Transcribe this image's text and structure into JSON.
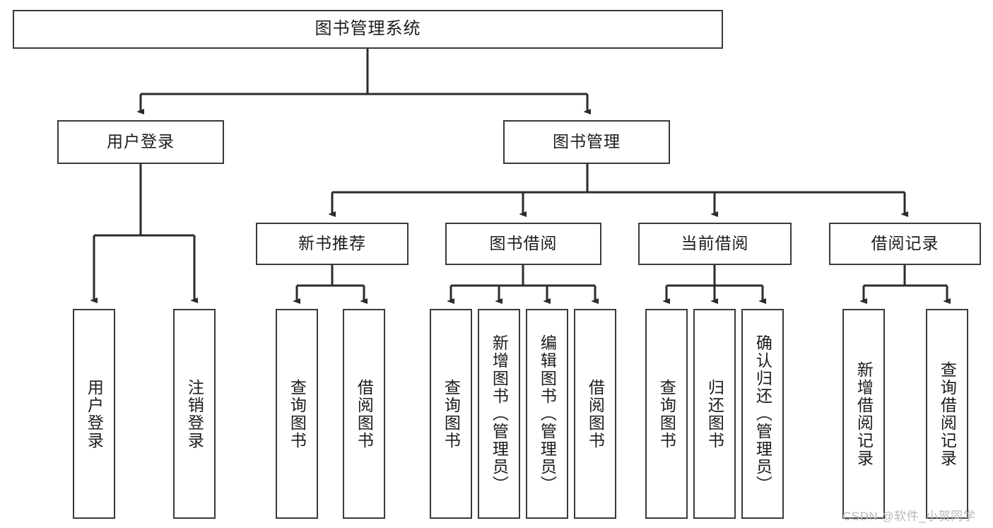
{
  "diagram": {
    "type": "tree-hierarchy-chart",
    "title": "图书管理系统",
    "watermark": "CSDN @软件_小贺同学",
    "colors": {
      "box_border": "#3a3a3a",
      "box_fill": "#ffffff",
      "connector": "#2b2b2b",
      "text": "#1c1c1c",
      "watermark": "#b9b9b9",
      "background": "#ffffff"
    },
    "root": {
      "label": "图书管理系统"
    },
    "level2": [
      {
        "label": "用户登录"
      },
      {
        "label": "图书管理"
      }
    ],
    "level3": [
      {
        "label": "新书推荐"
      },
      {
        "label": "图书借阅"
      },
      {
        "label": "当前借阅"
      },
      {
        "label": "借阅记录"
      }
    ],
    "leaves": {
      "user_login": [
        {
          "label": "用户登录"
        },
        {
          "label": "注销登录"
        }
      ],
      "new_book_recommend": [
        {
          "label": "查询图书"
        },
        {
          "label": "借阅图书"
        }
      ],
      "book_borrow": [
        {
          "label": "查询图书"
        },
        {
          "label": "新增图书（管理员）"
        },
        {
          "label": "编辑图书（管理员）"
        },
        {
          "label": "借阅图书"
        }
      ],
      "current_borrow": [
        {
          "label": "查询图书"
        },
        {
          "label": "归还图书"
        },
        {
          "label": "确认归还（管理员）"
        }
      ],
      "borrow_record": [
        {
          "label": "新增借阅记录"
        },
        {
          "label": "查询借阅记录"
        }
      ]
    }
  }
}
